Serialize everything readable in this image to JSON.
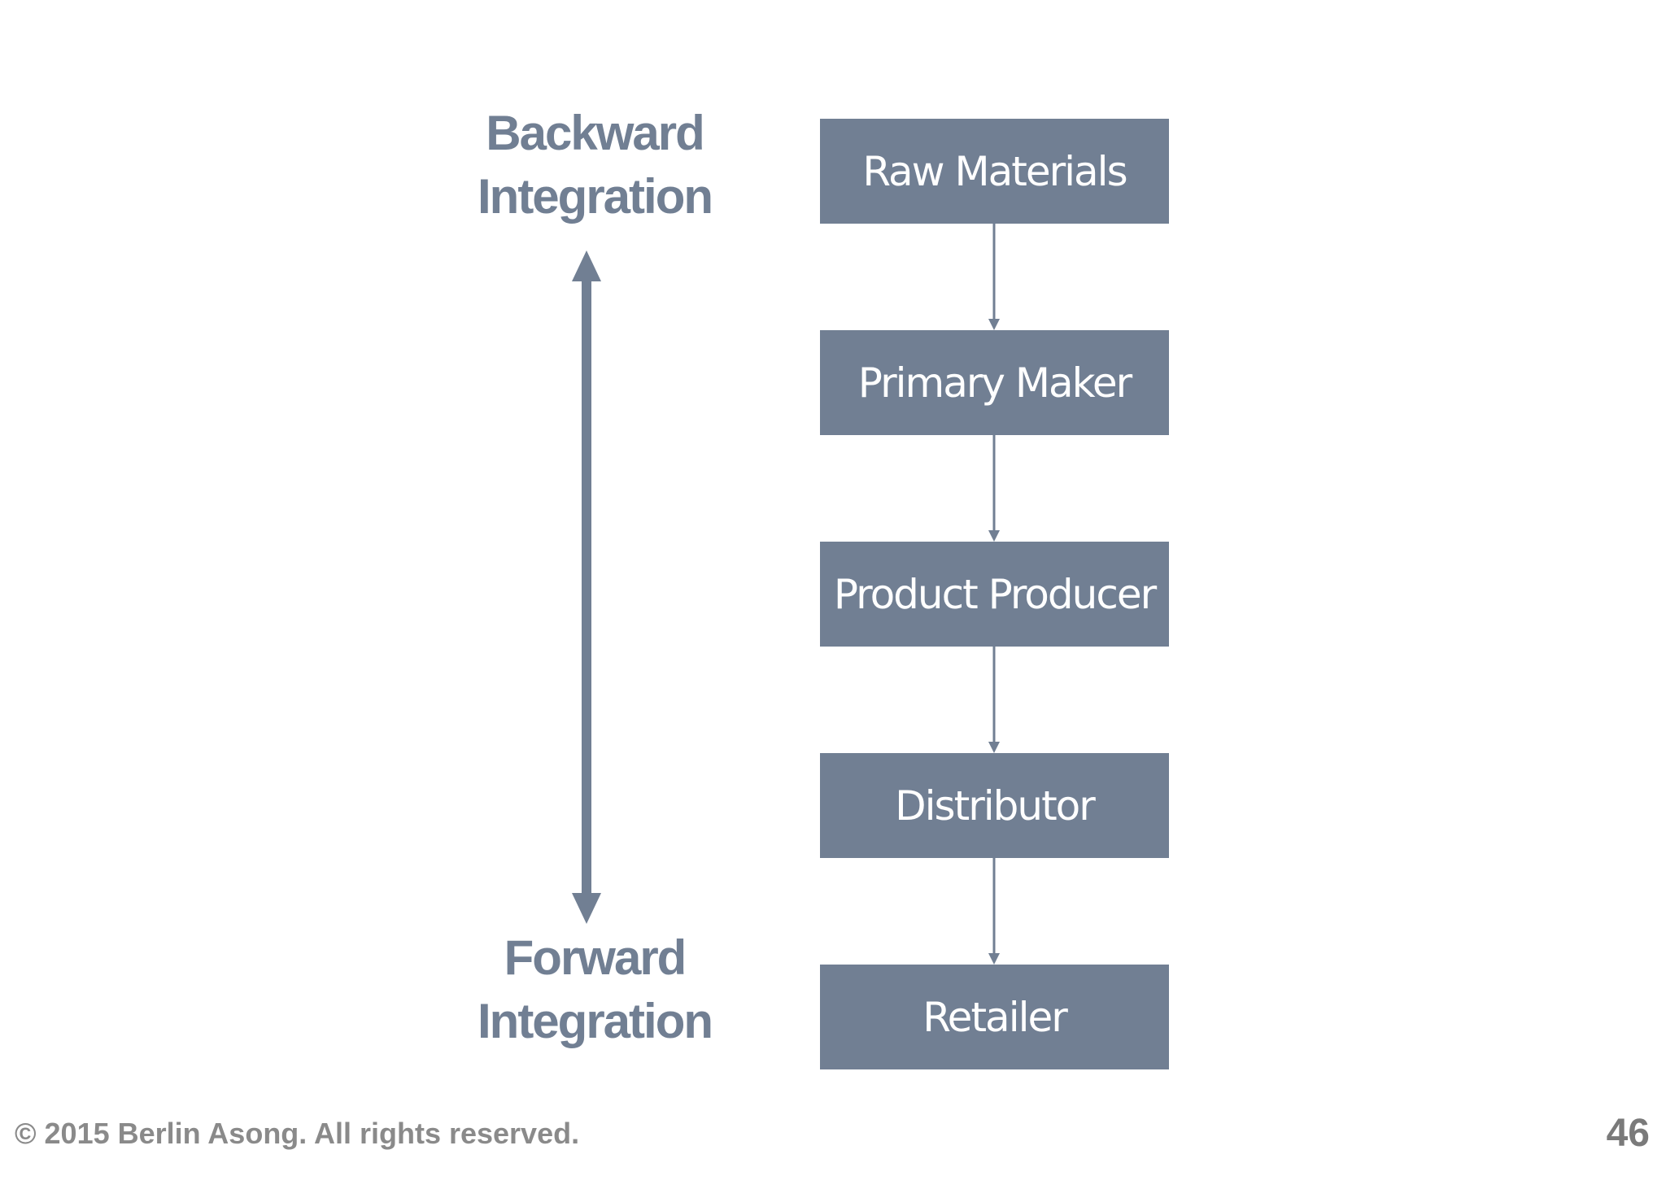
{
  "diagram": {
    "backward_label": [
      "Backward",
      "Integration"
    ],
    "forward_label": [
      "Forward",
      "Integration"
    ],
    "stages": [
      "Raw Materials",
      "Primary Maker",
      "Product Producer",
      "Distributor",
      "Retailer"
    ],
    "colors": {
      "box_fill": "#717f93",
      "box_text": "#ffffff",
      "arrow": "#717f93",
      "label": "#717f93"
    }
  },
  "footer": {
    "copyright": "© 2015 Berlin Asong. All rights reserved.",
    "page_number": "46"
  }
}
